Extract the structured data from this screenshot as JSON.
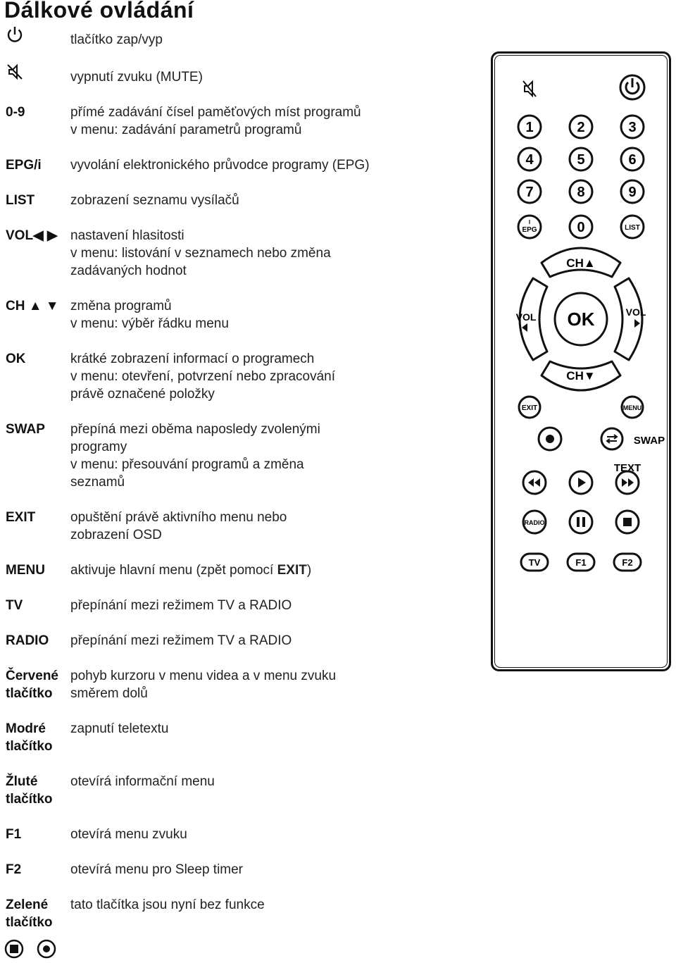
{
  "title": "Dálkové ovládání",
  "rows": [
    {
      "key": "",
      "icon": "power-icon",
      "lines": [
        "tlačítko zap/vyp"
      ]
    },
    {
      "key": "",
      "icon": "mute-icon",
      "lines": [
        "vypnutí zvuku (MUTE)"
      ]
    },
    {
      "key": "0-9",
      "lines": [
        "přímé zadávání čísel paměťových míst programů",
        "v menu: zadávání parametrů programů"
      ]
    },
    {
      "key": "EPG/i",
      "lines": [
        "vyvolání elektronického průvodce programy (EPG)"
      ]
    },
    {
      "key": "LIST",
      "lines": [
        "zobrazení seznamu vysílačů"
      ]
    },
    {
      "key": "VOL◀ ▶",
      "lines": [
        "nastavení hlasitosti",
        "v menu: listování v seznamech nebo změna",
        "zadávaných hodnot"
      ]
    },
    {
      "key": "CH ▲ ▼",
      "lines": [
        "změna programů",
        "v menu: výběr řádku menu"
      ]
    },
    {
      "key": "OK",
      "lines": [
        "krátké zobrazení informací o programech",
        "v menu: otevření, potvrzení nebo zpracování",
        "právě označené položky"
      ]
    },
    {
      "key": "SWAP",
      "lines": [
        "přepíná mezi oběma naposledy zvolenými",
        "programy",
        "v menu: přesouvání programů a změna",
        "seznamů"
      ]
    },
    {
      "key": "EXIT",
      "lines": [
        "opuštění právě aktivního menu nebo",
        "zobrazení OSD"
      ]
    },
    {
      "key": "MENU",
      "lines": [
        "aktivuje hlavní menu (zpět pomocí EXIT)"
      ]
    },
    {
      "key": "TV",
      "lines": [
        "přepínání mezi režimem TV a RADIO"
      ]
    },
    {
      "key": "RADIO",
      "lines": [
        "přepínání mezi režimem TV a RADIO"
      ]
    },
    {
      "key": "Červené tlačítko",
      "lines": [
        "pohyb kurzoru v menu videa a v menu zvuku",
        "směrem dolů"
      ]
    },
    {
      "key": "Modré tlačítko",
      "lines": [
        "zapnutí teletextu"
      ]
    },
    {
      "key": "Žluté tlačítko",
      "lines": [
        "otevírá informační menu"
      ]
    },
    {
      "key": "F1",
      "lines": [
        "otevírá menu zvuku"
      ]
    },
    {
      "key": "F2",
      "lines": [
        "otevírá menu pro Sleep timer"
      ]
    },
    {
      "key": "Zelené tlačítko",
      "lines": [
        "tato tlačítka jsou nyní bez funkce"
      ]
    }
  ],
  "remote": {
    "digits": [
      "1",
      "2",
      "3",
      "4",
      "5",
      "6",
      "7",
      "8",
      "9",
      "0"
    ],
    "epg_label": "EPG",
    "epg_i": "I",
    "list_label": "LIST",
    "ch_up": "CH▲",
    "ch_down": "CH▼",
    "vol_label": "VOL",
    "ok_label": "OK",
    "exit_label": "EXIT",
    "menu_label": "MENU",
    "swap_label": "SWAP",
    "text_label": "TEXT",
    "radio_label": "RADIO",
    "tv_label": "TV",
    "f1_label": "F1",
    "f2_label": "F2"
  }
}
